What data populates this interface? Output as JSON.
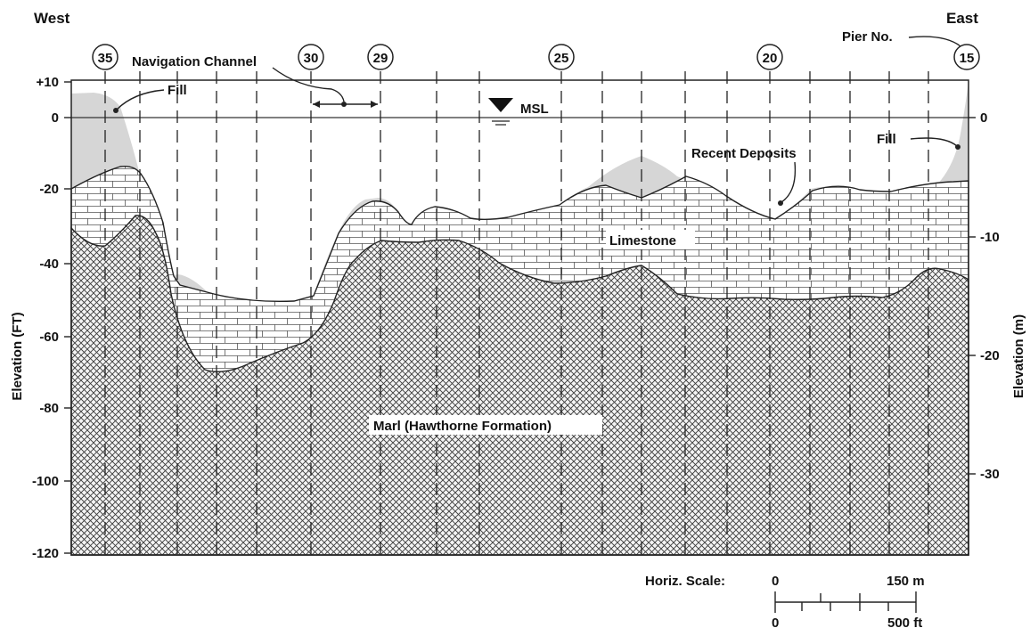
{
  "header": {
    "west": "West",
    "east": "East",
    "pier_label": "Pier No."
  },
  "piers": [
    "35",
    "30",
    "29",
    "25",
    "20",
    "15"
  ],
  "labels": {
    "navigation_channel": "Navigation Channel",
    "fill_left": "Fill",
    "fill_right": "Fill",
    "msl": "MSL",
    "recent_deposits": "Recent Deposits",
    "limestone": "Limestone",
    "marl": "Marl (Hawthorne Formation)"
  },
  "left_axis": {
    "title": "Elevation (FT)",
    "ticks": [
      "+10",
      "0",
      "-20",
      "-40",
      "-60",
      "-80",
      "-100",
      "-120"
    ]
  },
  "right_axis": {
    "title": "Elevation (m)",
    "ticks": [
      "0",
      "-10",
      "-20",
      "-30"
    ]
  },
  "scale": {
    "title": "Horiz. Scale:",
    "m_start": "0",
    "m_end": "150 m",
    "ft_start": "0",
    "ft_end": "500 ft"
  },
  "colors": {
    "recent_deposits": "#d6d6d6",
    "limestone_fill": "#ffffff",
    "marl_hatch": "#444444",
    "line": "#222222"
  }
}
